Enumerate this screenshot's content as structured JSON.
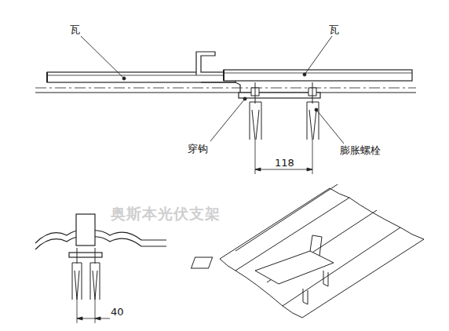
{
  "diagram": {
    "labels": [
      "瓦",
      "瓦",
      "穿钩",
      "膨胀螺栓",
      "118",
      "40",
      "奥斯本光伏支架"
    ]
  }
}
